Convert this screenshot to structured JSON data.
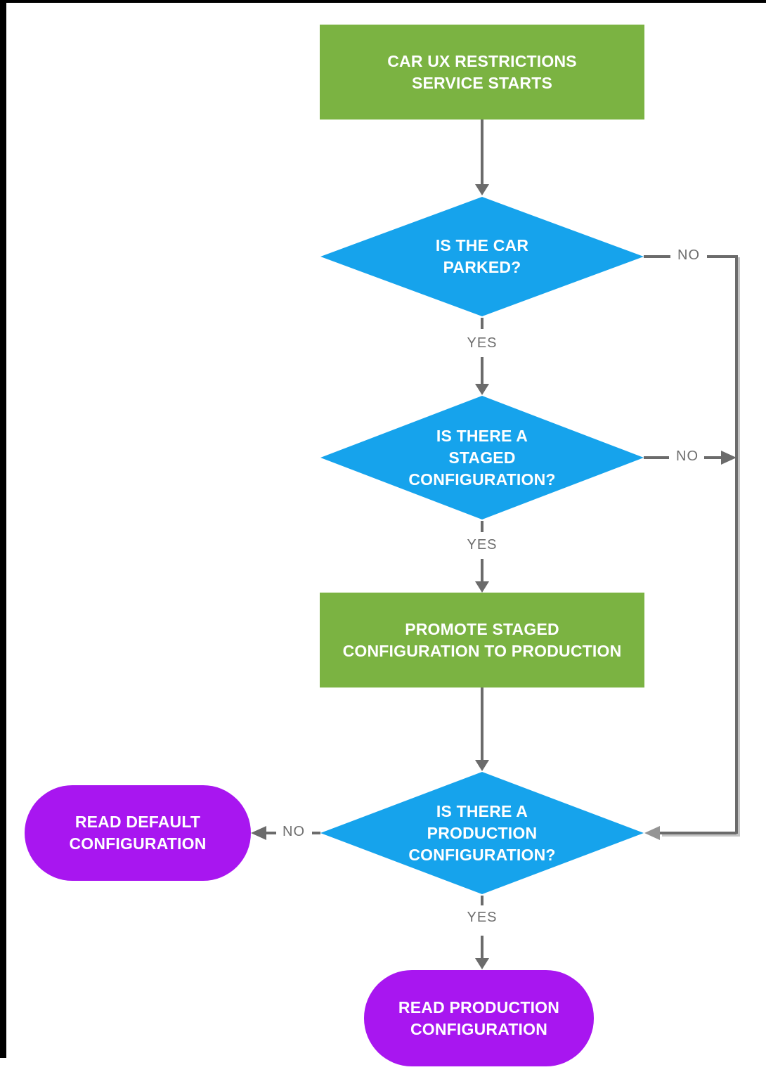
{
  "diagram": {
    "title": "Car UX Restrictions configuration flowchart",
    "colors": {
      "process-fill": "#7BB342",
      "decision-fill": "#16A3EC",
      "terminal-fill": "#A816F0",
      "shape-text": "#FFFFFF",
      "connector": "#6B6B6B",
      "connector-light": "#949494",
      "label-text": "#6E6E6E",
      "frame": "#000000",
      "background": "#FFFFFF"
    },
    "nodes": {
      "start": {
        "shape": "rectangle",
        "lines": [
          "CAR UX RESTRICTIONS",
          "SERVICE STARTS"
        ]
      },
      "is_parked": {
        "shape": "diamond",
        "lines": [
          "IS THE CAR",
          "PARKED?"
        ]
      },
      "staged": {
        "shape": "diamond",
        "lines": [
          "IS THERE A",
          "STAGED",
          "CONFIGURATION?"
        ]
      },
      "promote": {
        "shape": "rectangle",
        "lines": [
          "PROMOTE STAGED",
          "CONFIGURATION TO PRODUCTION"
        ]
      },
      "production": {
        "shape": "diamond",
        "lines": [
          "IS THERE A",
          "PRODUCTION",
          "CONFIGURATION?"
        ]
      },
      "read_default": {
        "shape": "rounded",
        "lines": [
          "READ DEFAULT",
          "CONFIGURATION"
        ]
      },
      "read_production": {
        "shape": "rounded",
        "lines": [
          "READ PRODUCTION",
          "CONFIGURATION"
        ]
      }
    },
    "edges": [
      {
        "from": "start",
        "to": "is_parked",
        "label": ""
      },
      {
        "from": "is_parked",
        "to": "staged",
        "label": "YES"
      },
      {
        "from": "is_parked",
        "to": "production",
        "label": "NO"
      },
      {
        "from": "staged",
        "to": "promote",
        "label": "YES"
      },
      {
        "from": "staged",
        "to": "production",
        "label": "NO"
      },
      {
        "from": "promote",
        "to": "production",
        "label": ""
      },
      {
        "from": "production",
        "to": "read_default",
        "label": "NO"
      },
      {
        "from": "production",
        "to": "read_production",
        "label": "YES"
      }
    ]
  }
}
